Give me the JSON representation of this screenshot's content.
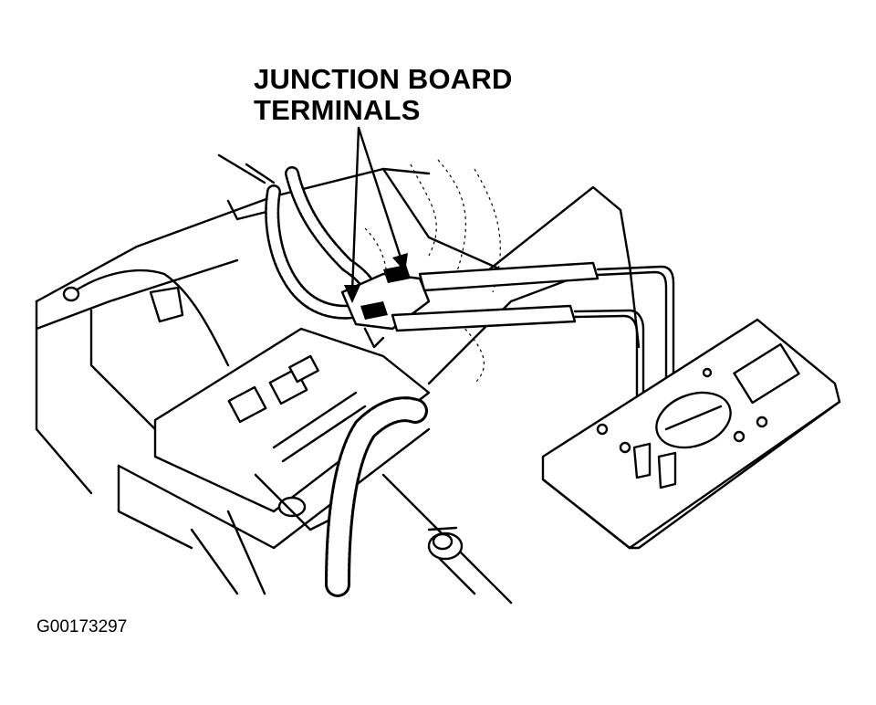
{
  "callout": {
    "line1": "JUNCTION BOARD",
    "line2": "TERMINALS"
  },
  "figure_id": "G00173297",
  "icons": [
    "multimeter-icon",
    "battery-icon",
    "wiring-harness-icon",
    "test-probe-icon"
  ]
}
